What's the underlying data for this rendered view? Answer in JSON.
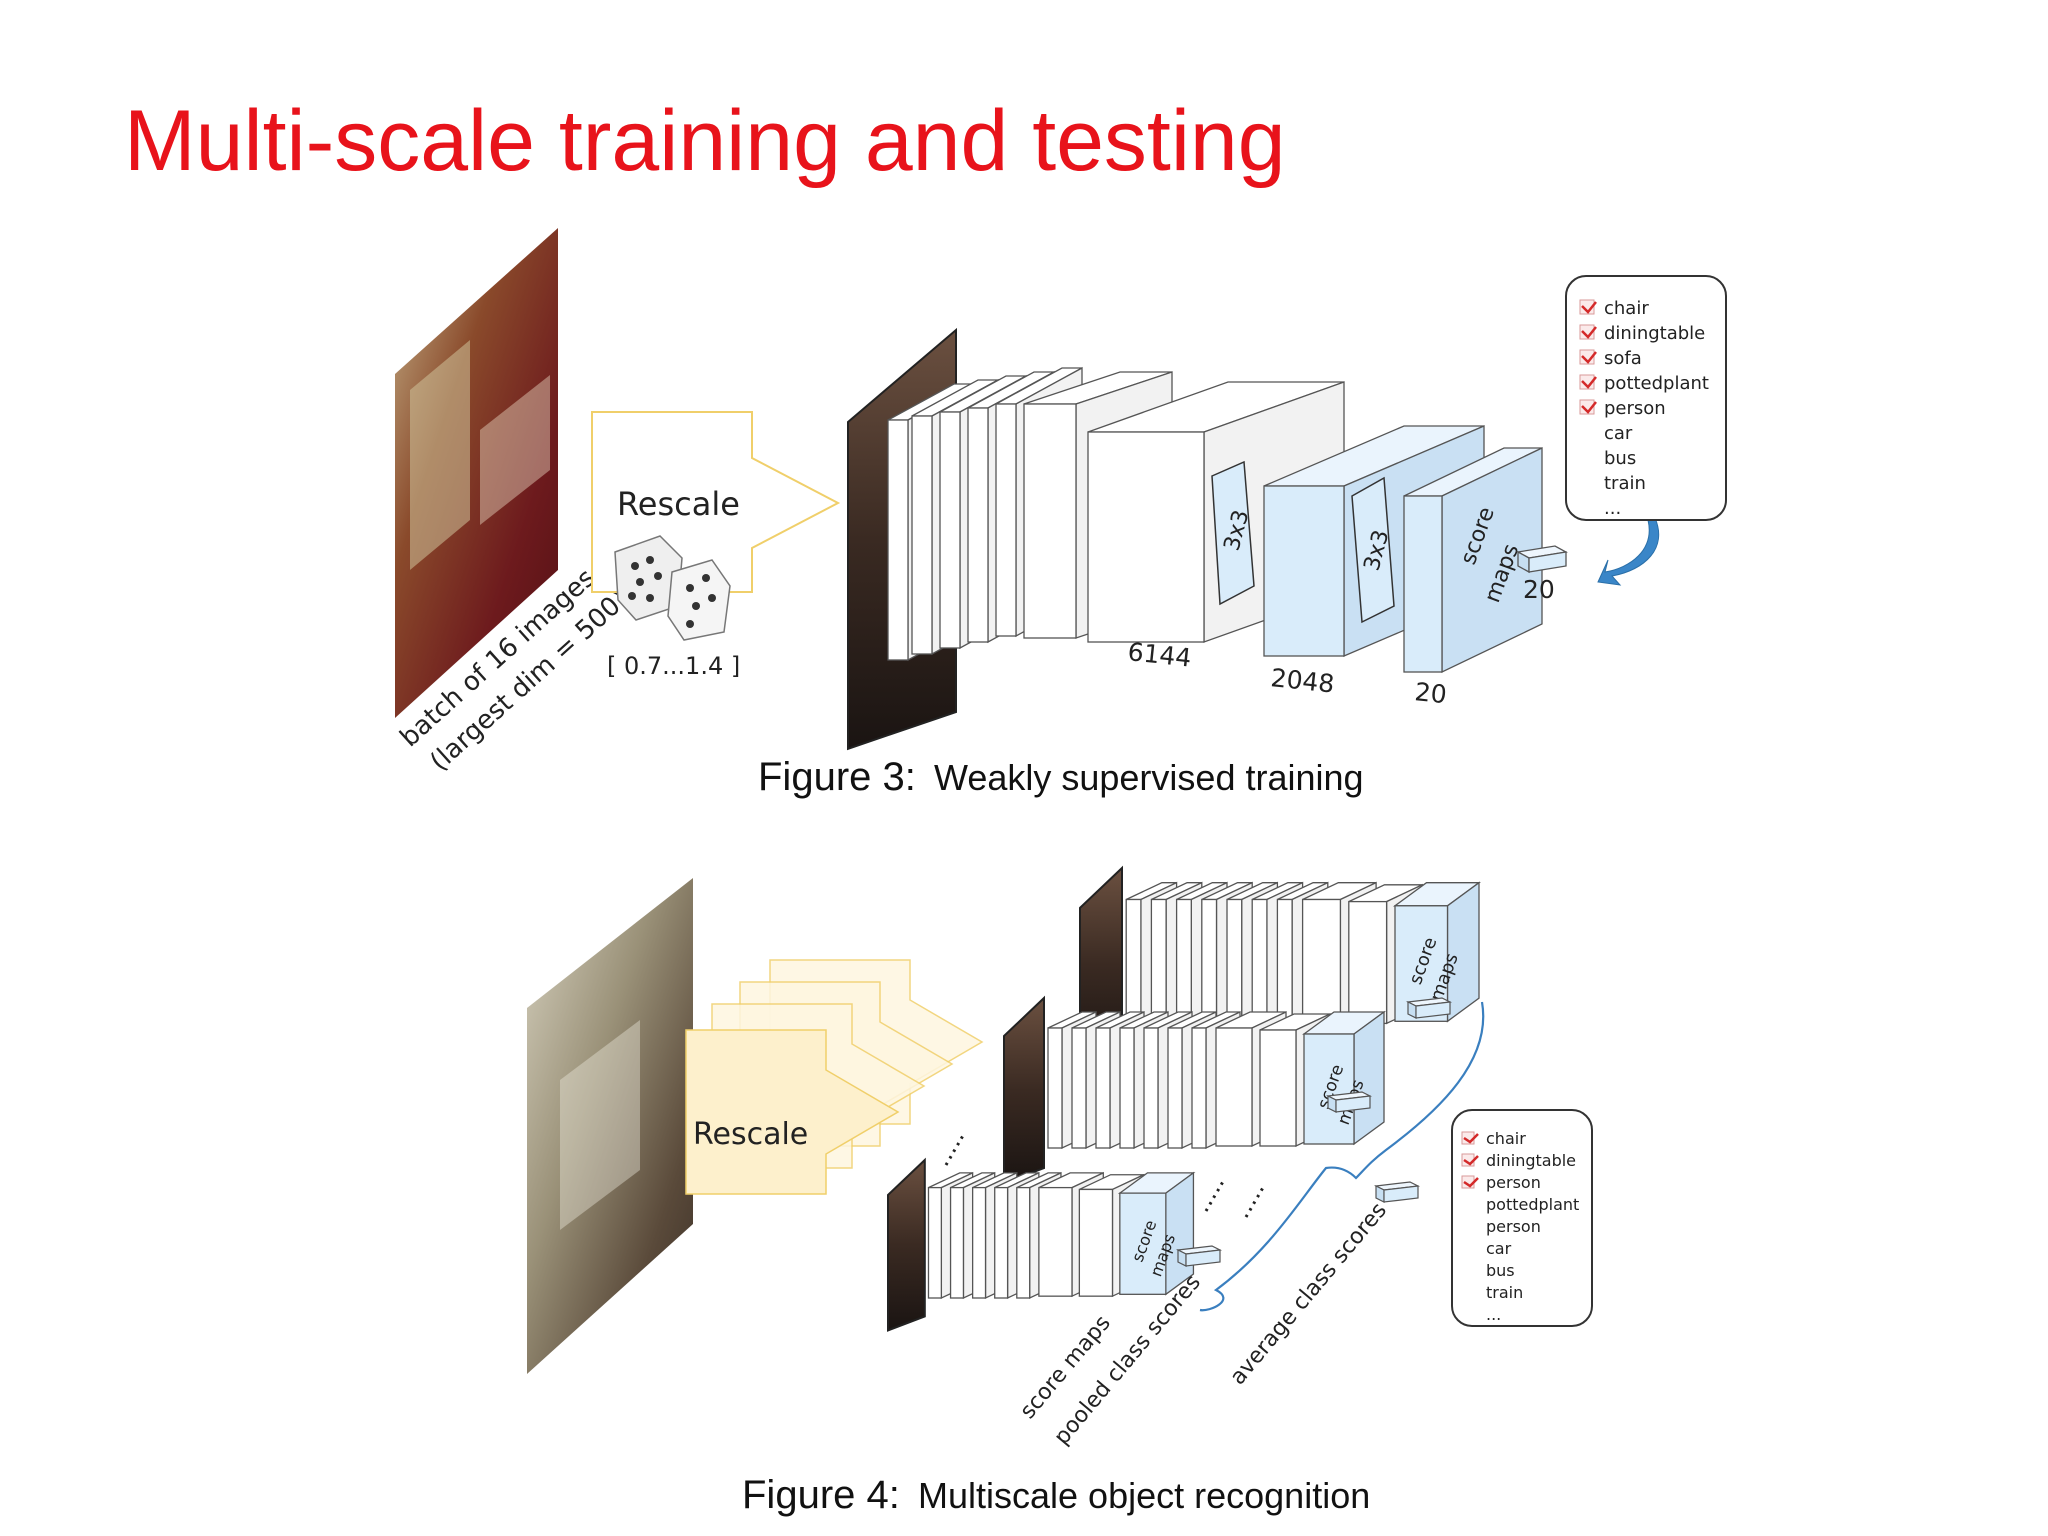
{
  "slide": {
    "title": "Multi-scale training and testing"
  },
  "figure3": {
    "caption_num": "Figure 3:",
    "caption_text": "Weakly supervised training",
    "batch_label_1": "batch of 16 images",
    "batch_label_2": "(largest dim = 500)",
    "rescale_label": "Rescale",
    "range_label": "[ 0.7...1.4 ]",
    "kernel_1": "3x3",
    "kernel_2": "3x3",
    "score_maps_1": "score",
    "score_maps_2": "maps",
    "dim_6144": "6144",
    "dim_2048": "2048",
    "dim_20a": "20",
    "dim_20b": "20",
    "classes": [
      {
        "name": "chair",
        "checked": true
      },
      {
        "name": "diningtable",
        "checked": true
      },
      {
        "name": "sofa",
        "checked": true
      },
      {
        "name": "pottedplant",
        "checked": true
      },
      {
        "name": "person",
        "checked": true
      },
      {
        "name": "car",
        "checked": false
      },
      {
        "name": "bus",
        "checked": false
      },
      {
        "name": "train",
        "checked": false
      },
      {
        "name": "...",
        "checked": false
      }
    ]
  },
  "figure4": {
    "caption_num": "Figure 4:",
    "caption_text": "Multiscale object recognition",
    "rescale_label": "Rescale",
    "score_maps_1": "score",
    "score_maps_2": "maps",
    "label_score_maps": "score maps",
    "label_pooled": "pooled class scores",
    "label_average": "average class scores",
    "dots": ".....",
    "classes": [
      {
        "name": "chair",
        "checked": true
      },
      {
        "name": "diningtable",
        "checked": true
      },
      {
        "name": "person",
        "checked": true
      },
      {
        "name": "pottedplant",
        "checked": false
      },
      {
        "name": "person",
        "checked": false
      },
      {
        "name": "car",
        "checked": false
      },
      {
        "name": "bus",
        "checked": false
      },
      {
        "name": "train",
        "checked": false
      },
      {
        "name": "...",
        "checked": false
      }
    ]
  },
  "colors": {
    "title": "#e8131b",
    "score_block": "#d9ecfa",
    "rescale_fill": "#fdf0cc",
    "rescale_stroke": "#f0cf6a",
    "check": "#d42a2a",
    "arrow_blue": "#3a86c8"
  }
}
